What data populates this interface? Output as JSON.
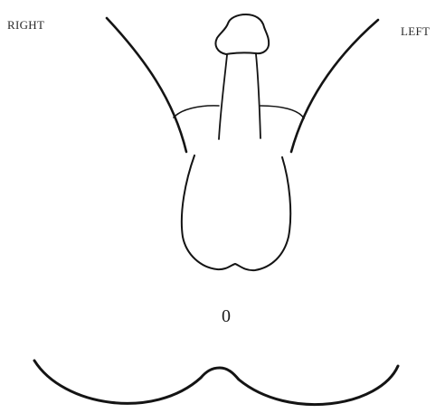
{
  "labels": {
    "right": "RIGHT",
    "left": "LEFT",
    "marker": "0"
  },
  "colors": {
    "ink": "#141414",
    "background": "#ffffff"
  }
}
